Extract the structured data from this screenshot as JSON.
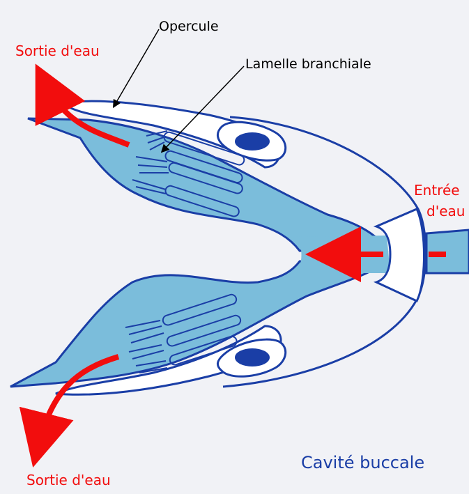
{
  "labels": {
    "operculum": "Opercule",
    "gill_lamella": "Lamelle branchiale",
    "water_out_top": "Sortie d'eau",
    "water_out_bottom": "Sortie d'eau",
    "water_in_line1": "Entrée",
    "water_in_line2": "d'eau",
    "buccal_cavity": "Cavité buccale"
  },
  "colors": {
    "background": "#f1f2f6",
    "outline": "#1a3ea6",
    "gill_fill": "#7bbddb",
    "eye": "#1a3ea6",
    "arrow": "#f20d0d",
    "label_dark": "#000000",
    "label_red": "#f20d0d",
    "label_blue": "#1a3ea6"
  }
}
